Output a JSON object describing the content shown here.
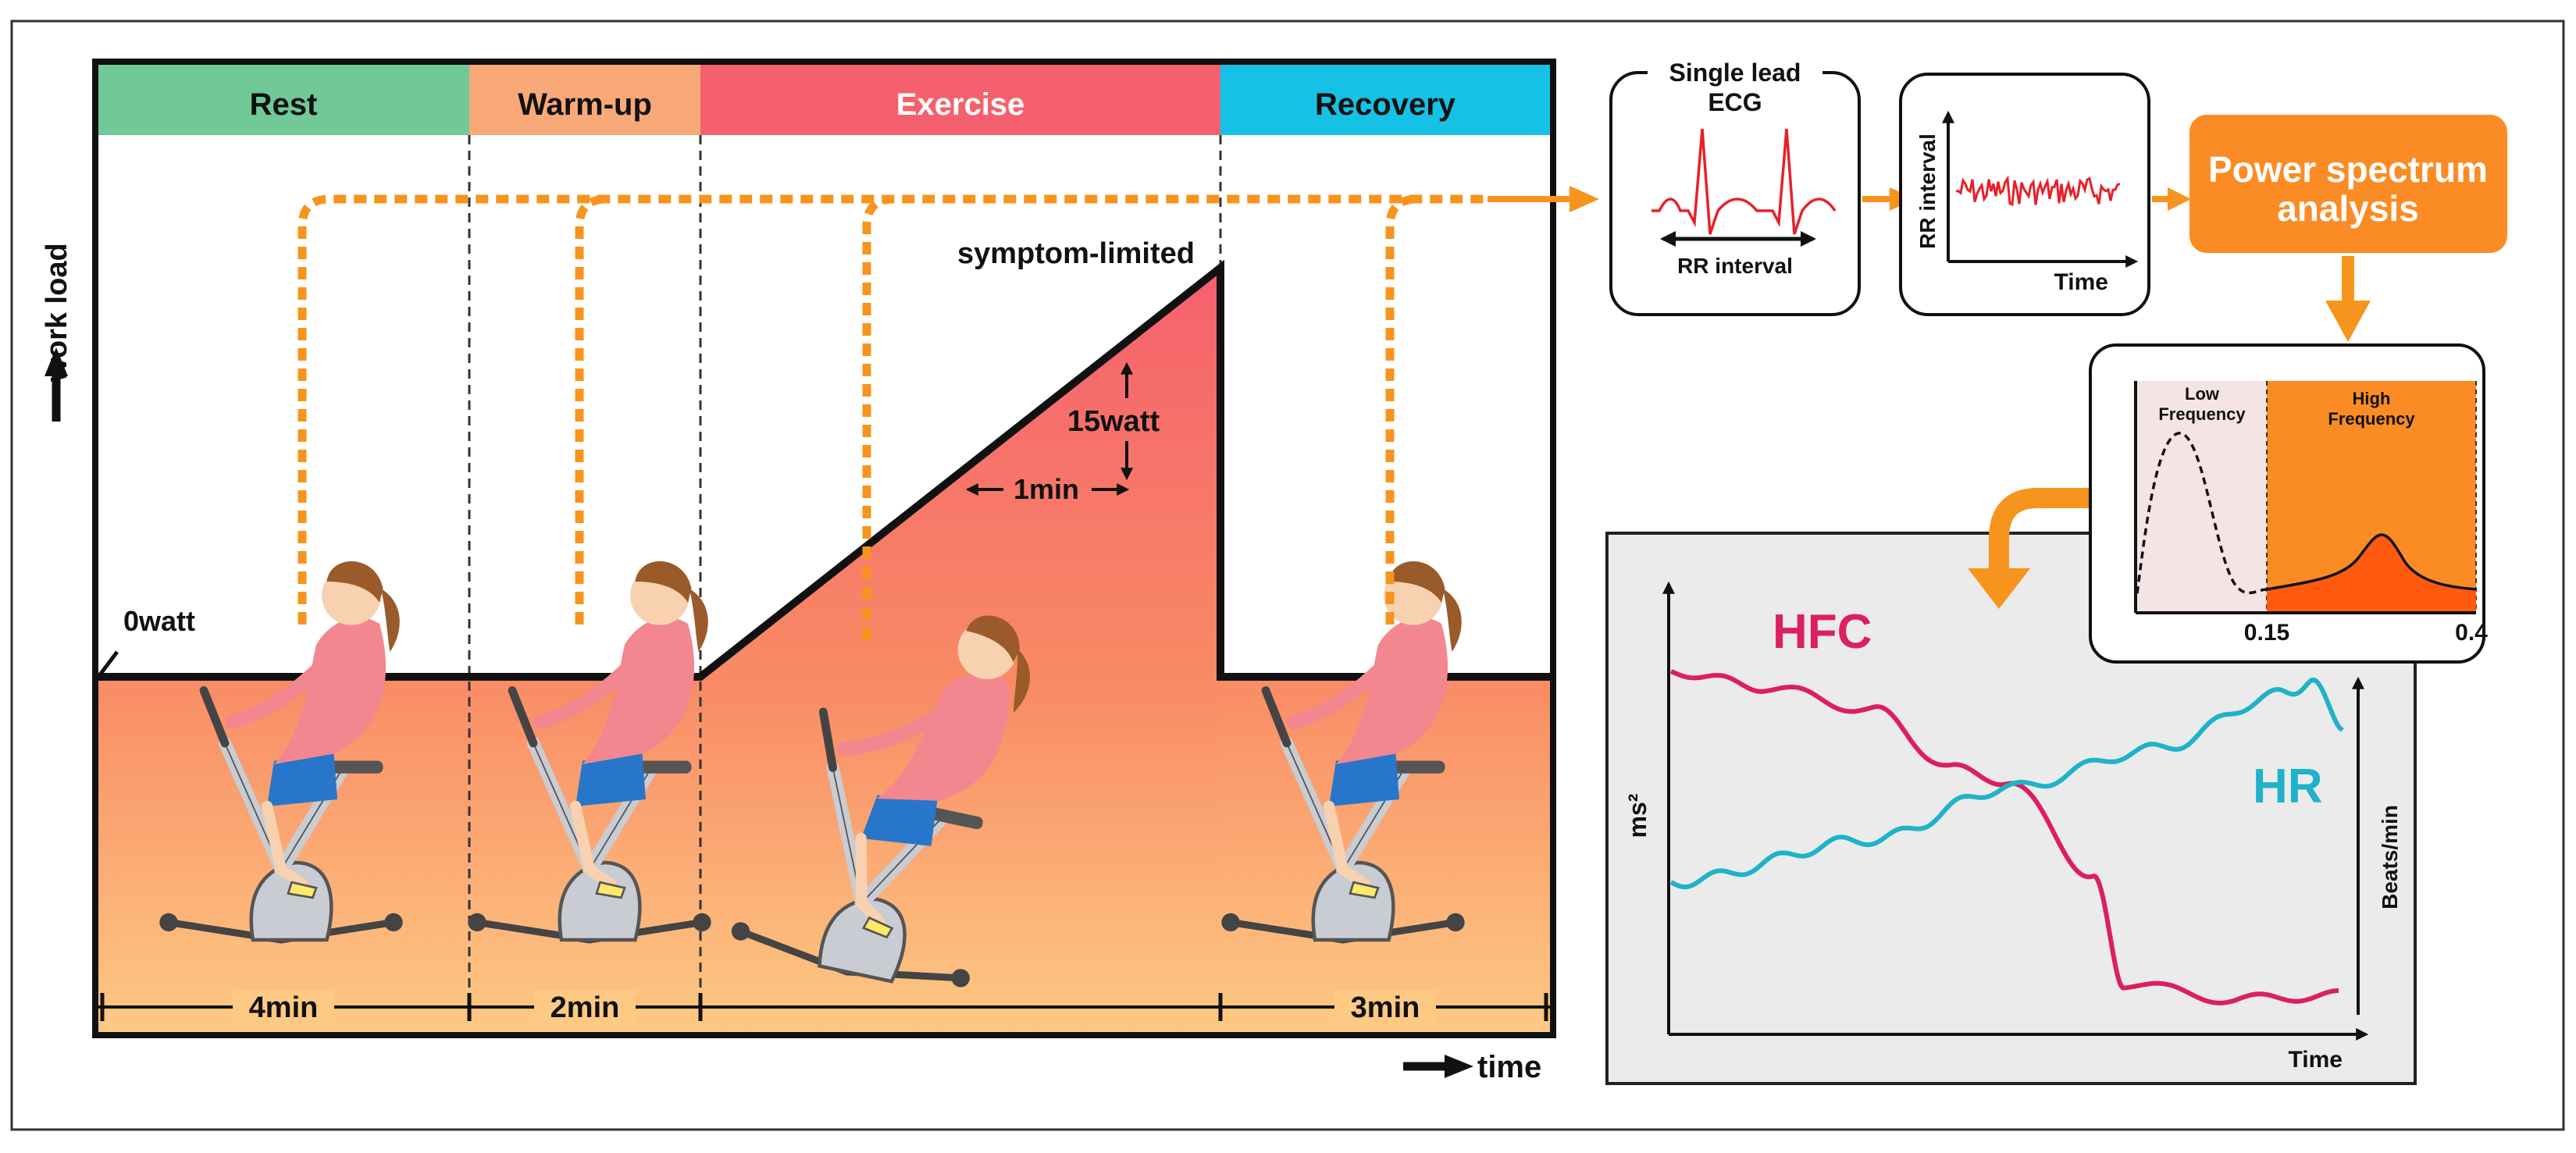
{
  "phases": [
    {
      "label": "Rest",
      "color": "#70c997",
      "duration": "4min"
    },
    {
      "label": "Warm-up",
      "color": "#f9a978",
      "duration": "2min"
    },
    {
      "label": "Exercise",
      "color": "#f5606e",
      "duration": ""
    },
    {
      "label": "Recovery",
      "color": "#16c1e6",
      "duration": "3min"
    }
  ],
  "axes": {
    "y_label": "work load",
    "x_label": "time"
  },
  "protocol": {
    "baseline_label": "0watt",
    "peak_label": "symptom-limited",
    "step_watt": "15watt",
    "step_time": "1min"
  },
  "ecg_box": {
    "title_line1": "Single lead",
    "title_line2": "ECG",
    "interval_label": "RR interval"
  },
  "rr_box": {
    "y_label": "RR interval",
    "x_label": "Time"
  },
  "psa_box": {
    "line1": "Power spectrum",
    "line2": "analysis",
    "color": "#fb8c25"
  },
  "spectrum_box": {
    "low_label_1": "Low",
    "low_label_2": "Frequency",
    "high_label_1": "High",
    "high_label_2": "Frequency",
    "tick_1": "0.15",
    "tick_2": "0.4"
  },
  "trend_box": {
    "series_1": "HFC",
    "series_1_color": "#dc1f5d",
    "series_2": "HR",
    "series_2_color": "#1fb2c9",
    "y_left": "ms²",
    "y_right": "Beats/min",
    "x_label": "Time"
  },
  "colors": {
    "orange_dash": "#f7941d",
    "ecg_red": "#e8202a"
  }
}
